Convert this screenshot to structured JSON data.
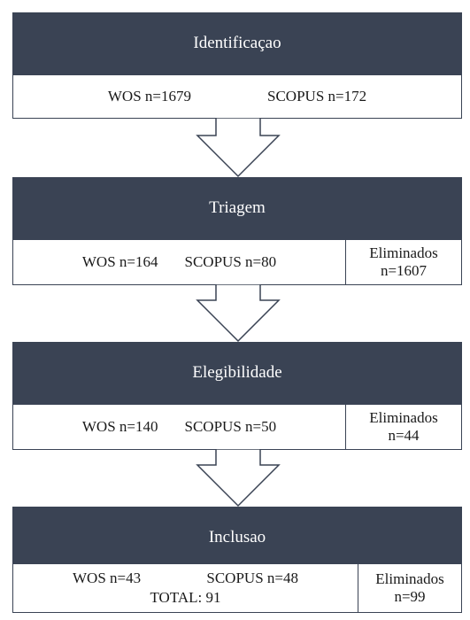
{
  "stages": [
    {
      "title": "Identificaçao",
      "items": [
        "WOS n=1679",
        "SCOPUS n=172"
      ]
    },
    {
      "title": "Triagem",
      "items": [
        "WOS n=164",
        "SCOPUS n=80"
      ],
      "eliminated_label": "Eliminados",
      "eliminated_count": "n=1607"
    },
    {
      "title": "Elegibilidade",
      "items": [
        "WOS n=140",
        "SCOPUS n=50"
      ],
      "eliminated_label": "Eliminados",
      "eliminated_count": "n=44"
    },
    {
      "title": "Inclusao",
      "items": [
        "WOS n=43",
        "SCOPUS n=48"
      ],
      "total": "TOTAL: 91",
      "eliminated_label": "Eliminados",
      "eliminated_count": "n=99"
    }
  ],
  "colors": {
    "header_bg": "#3a4354",
    "header_text": "#ffffff",
    "border": "#3a4354"
  }
}
